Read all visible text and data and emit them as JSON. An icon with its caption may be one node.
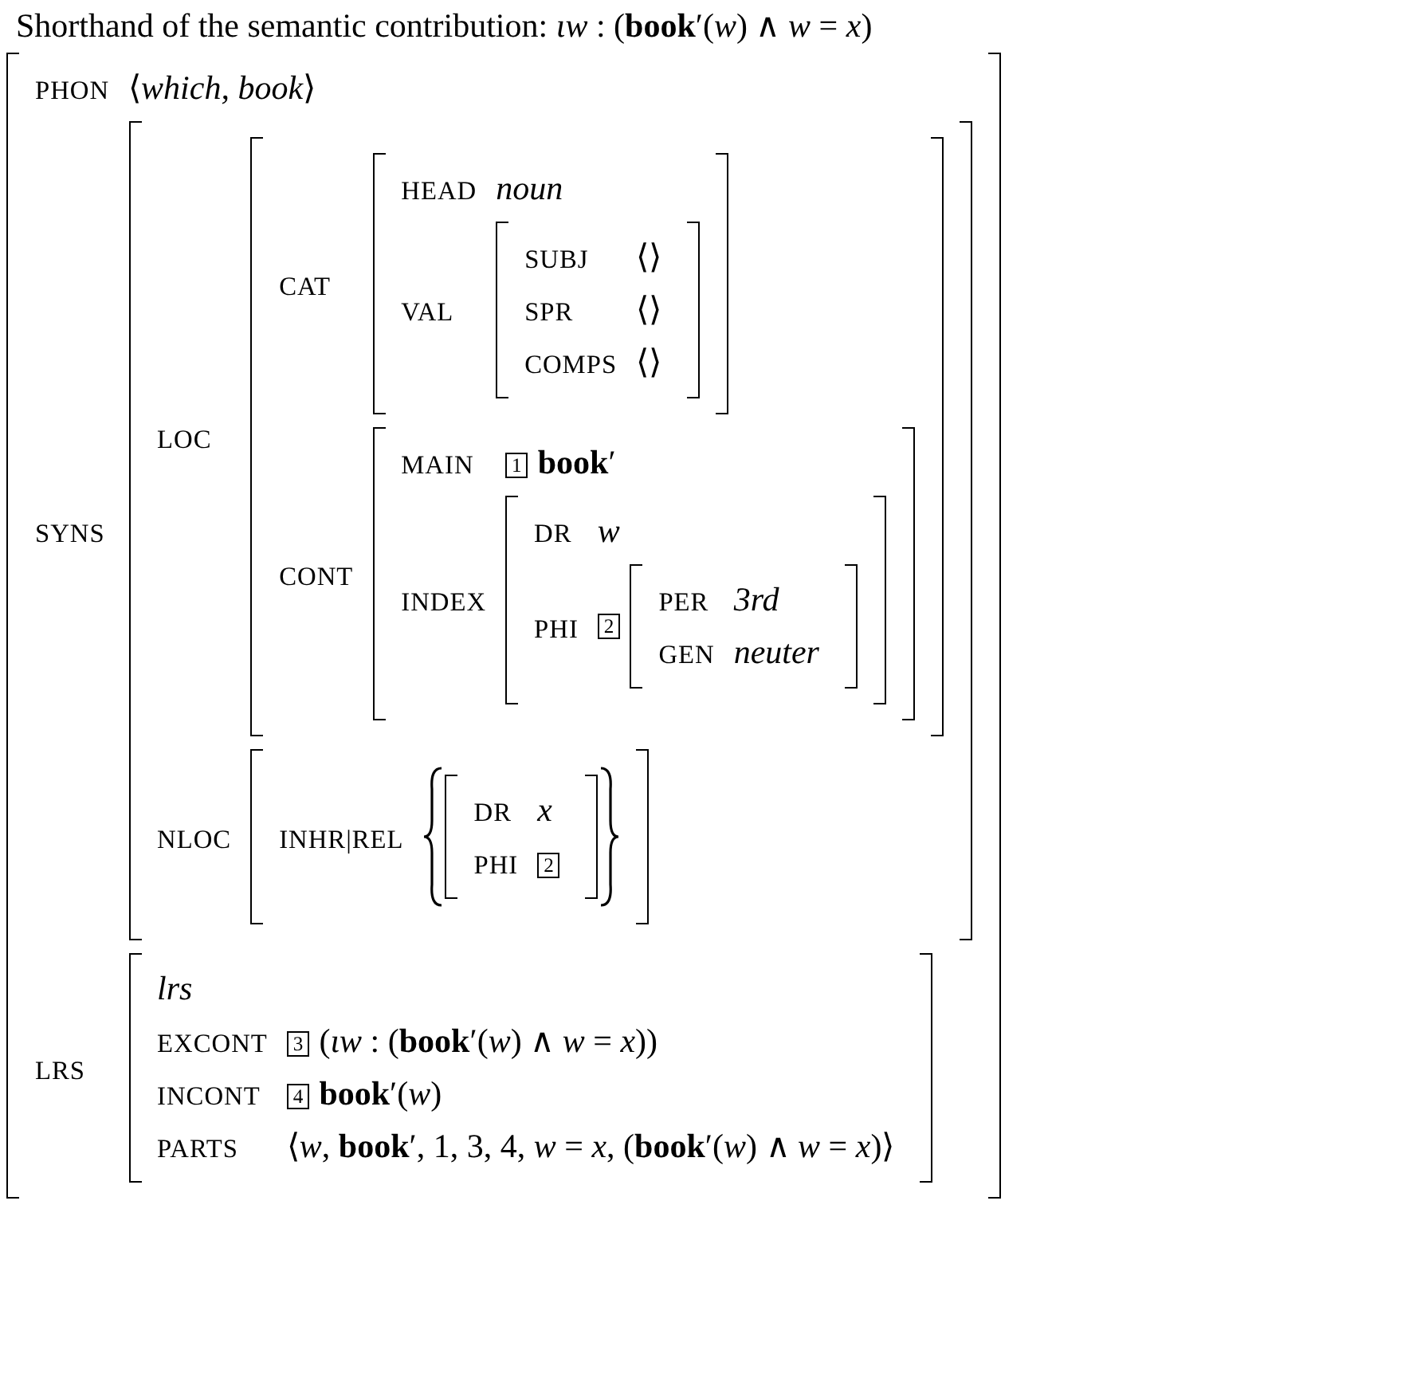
{
  "diagram": {
    "title": "Shorthand of the semantic contribution: *ιw* : (**book**′(*w*) ∧ *w* = *x*)",
    "nodes": [
      {
        "text": [
          "PHON",
          "⟨*which, book*⟩",
          "SYNS",
          "LRS"
        ]
      },
      {
        "text": [
          "LOC",
          "NLOC"
        ],
        "in": 0
      },
      {
        "text": [
          "CAT",
          "CONT"
        ],
        "in": 1
      },
      {
        "text": [
          "HEAD",
          "noun",
          "VAL"
        ],
        "in": 2
      },
      {
        "text": [
          "SUBJ",
          "⟨⟩",
          "SPR",
          "⟨⟩",
          "COMPS",
          "⟨⟩"
        ],
        "in": 3
      },
      {
        "text": [
          "MAIN",
          "1",
          "**book**′",
          "INDEX"
        ],
        "in": 2
      },
      {
        "text": [
          "DR",
          "w",
          "PHI",
          "2"
        ],
        "in": 5
      },
      {
        "text": [
          "PER",
          "3rd",
          "GEN",
          "neuter"
        ],
        "in": 6
      },
      {
        "text": [
          "INHR|REL"
        ],
        "in": 1
      },
      {
        "text": [
          "DR",
          "x",
          "PHI",
          "2"
        ],
        "in": 8
      },
      {
        "text": [
          "lrs",
          "EXCONT",
          "3",
          "(*ιw* : (**book**′(*w*) ∧ *w* = *x*))",
          "INCONT",
          "4",
          "**book**′(*w*)",
          "PARTS",
          "⟨*w*, **book**′, 1, 3, 4, *w* = *x*, (**book**′(*w*) ∧ *w* = *x*)⟩"
        ],
        "in": 0
      }
    ]
  }
}
